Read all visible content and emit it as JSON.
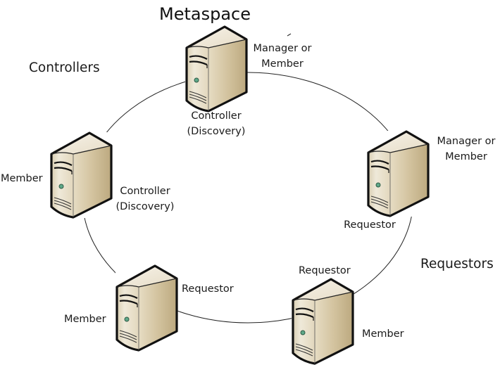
{
  "title": "Metaspace",
  "group_labels": {
    "controllers": "Controllers",
    "requestors": "Requestors"
  },
  "nodes": [
    {
      "id": "top",
      "icon": "server-icon",
      "labels": [
        "Manager or",
        "Member"
      ],
      "role_labels": [
        "Controller",
        "(Discovery)"
      ]
    },
    {
      "id": "left",
      "icon": "server-icon",
      "labels": [
        "Member"
      ],
      "role_labels": [
        "Controller",
        "(Discovery)"
      ]
    },
    {
      "id": "right",
      "icon": "server-icon",
      "labels": [
        "Manager or",
        "Member"
      ],
      "role_labels": [
        "Requestor"
      ]
    },
    {
      "id": "bottom-left",
      "icon": "server-icon",
      "labels": [
        "Member"
      ],
      "role_labels": [
        "Requestor"
      ]
    },
    {
      "id": "bottom-right",
      "icon": "server-icon",
      "labels": [
        "Member"
      ],
      "role_labels": [
        "Requestor"
      ]
    }
  ],
  "colors": {
    "server_front": "#e9e1cc",
    "server_side": "#c9b993",
    "server_top": "#f3eee1",
    "server_outline": "#111111",
    "power_led": "#5fa889",
    "ring": "#222222"
  }
}
